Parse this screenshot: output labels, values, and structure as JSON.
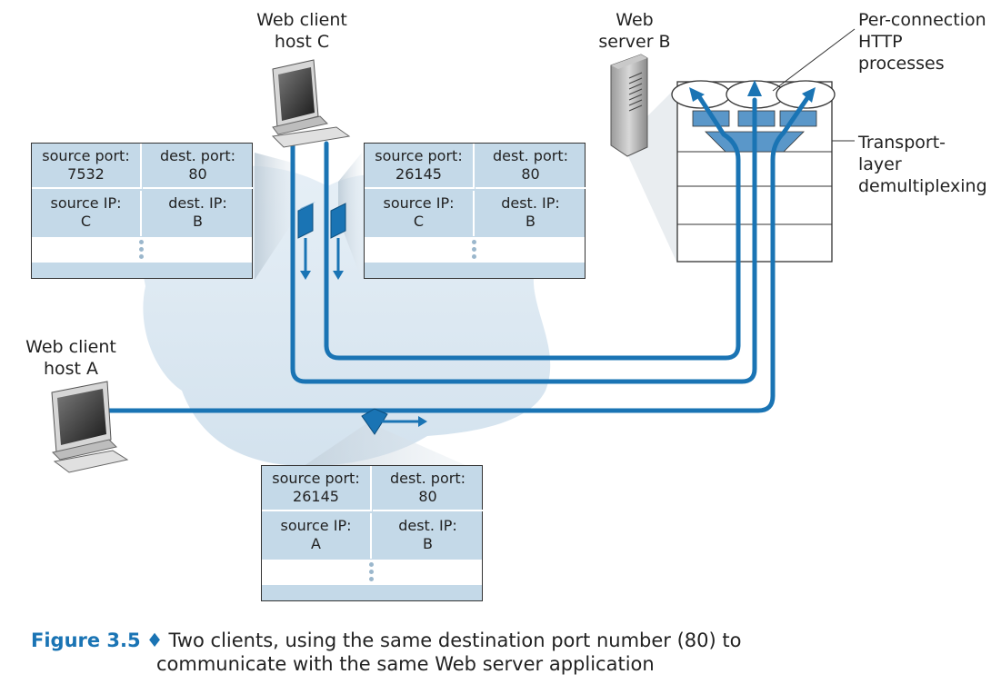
{
  "labels": {
    "client_c": [
      "Web client",
      "host C"
    ],
    "client_a": [
      "Web client",
      "host A"
    ],
    "server_b": [
      "Web",
      "server B"
    ],
    "processes": [
      "Per-connection",
      "HTTP",
      "processes"
    ],
    "transport": [
      "Transport-",
      "layer",
      "demultiplexing"
    ]
  },
  "segments": [
    {
      "source_port_label": "source port:",
      "source_port": "7532",
      "dest_port_label": "dest. port:",
      "dest_port": "80",
      "source_ip_label": "source IP:",
      "source_ip": "C",
      "dest_ip_label": "dest. IP:",
      "dest_ip": "B"
    },
    {
      "source_port_label": "source port:",
      "source_port": "26145",
      "dest_port_label": "dest. port:",
      "dest_port": "80",
      "source_ip_label": "source IP:",
      "source_ip": "C",
      "dest_ip_label": "dest. IP:",
      "dest_ip": "B"
    },
    {
      "source_port_label": "source port:",
      "source_port": "26145",
      "dest_port_label": "dest. port:",
      "dest_port": "80",
      "source_ip_label": "source IP:",
      "source_ip": "A",
      "dest_ip_label": "dest. IP:",
      "dest_ip": "B"
    }
  ],
  "caption": {
    "figure": "Figure 3.5",
    "separator": "♦",
    "line1": "Two clients, using the same destination port number (80) to",
    "line2": "communicate with the same Web server application"
  },
  "colors": {
    "connection": "#1a74b4",
    "segment_fill": "#c4d9e8",
    "cloud": "#d8e6f0"
  }
}
